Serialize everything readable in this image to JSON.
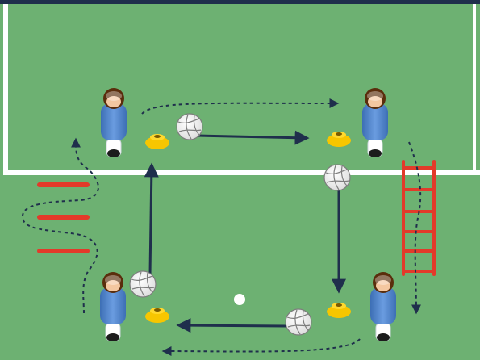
{
  "colors": {
    "grass": "#6db172",
    "line": "#ffffff",
    "border": "#1f2f4c",
    "arrow": "#1f2f4c",
    "cone": "#f7c600",
    "ladder": "#e33a2a",
    "pole": "#e33a2a",
    "jersey": "#4a7fc6"
  },
  "drill": {
    "players": 4,
    "balls": 5,
    "cones": 4,
    "agility_ladder_rungs": 6,
    "poles": 3
  }
}
